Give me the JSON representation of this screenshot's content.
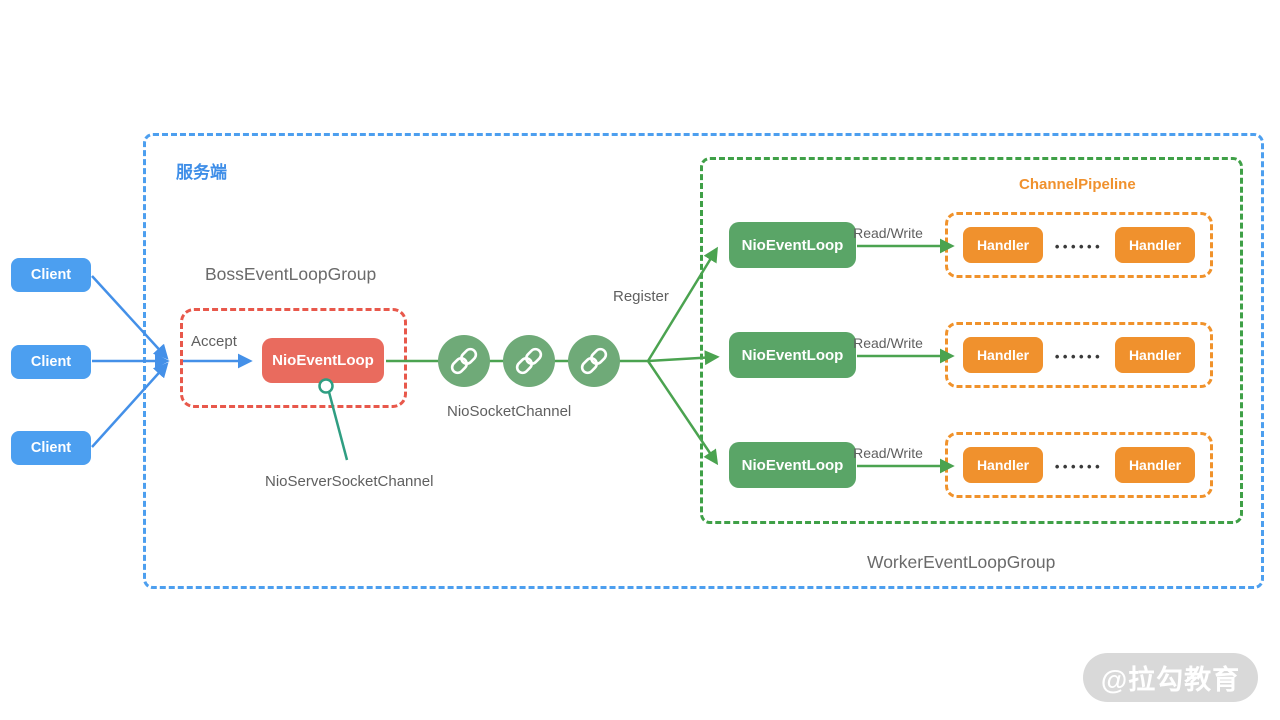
{
  "server_group": {
    "label": "服务端"
  },
  "clients": [
    {
      "label": "Client"
    },
    {
      "label": "Client"
    },
    {
      "label": "Client"
    }
  ],
  "boss_group": {
    "title": "BossEventLoopGroup",
    "accept_label": "Accept",
    "event_loop": "NioEventLoop"
  },
  "channels": {
    "nio_socket_channel": "NioSocketChannel",
    "nio_server_socket_channel": "NioServerSocketChannel",
    "register_label": "Register"
  },
  "worker_group": {
    "title": "WorkerEventLoopGroup",
    "pipeline_label": "ChannelPipeline",
    "rows": [
      {
        "event_loop": "NioEventLoop",
        "read_write": "Read/Write",
        "handler_first": "Handler",
        "dots": "••••••",
        "handler_last": "Handler"
      },
      {
        "event_loop": "NioEventLoop",
        "read_write": "Read/Write",
        "handler_first": "Handler",
        "dots": "••••••",
        "handler_last": "Handler"
      },
      {
        "event_loop": "NioEventLoop",
        "read_write": "Read/Write",
        "handler_first": "Handler",
        "dots": "••••••",
        "handler_last": "Handler"
      }
    ]
  },
  "watermark": "@拉勾教育",
  "colors": {
    "client_blue": "#4C9FF0",
    "server_border_blue": "#4D9FEF",
    "server_label_blue": "#3E8EE8",
    "boss_border_red": "#E8584B",
    "boss_eventloop_red": "#E96B5E",
    "worker_border_green": "#3FA047",
    "eventloop_green": "#5AA567",
    "channel_circle_green": "#6FAA78",
    "line_green": "#4BA350",
    "pointer_teal": "#2F9E82",
    "pipeline_orange": "#F0912D",
    "text_gray": "#5F5F5F",
    "watermark_gray": "#D9D9D9"
  }
}
